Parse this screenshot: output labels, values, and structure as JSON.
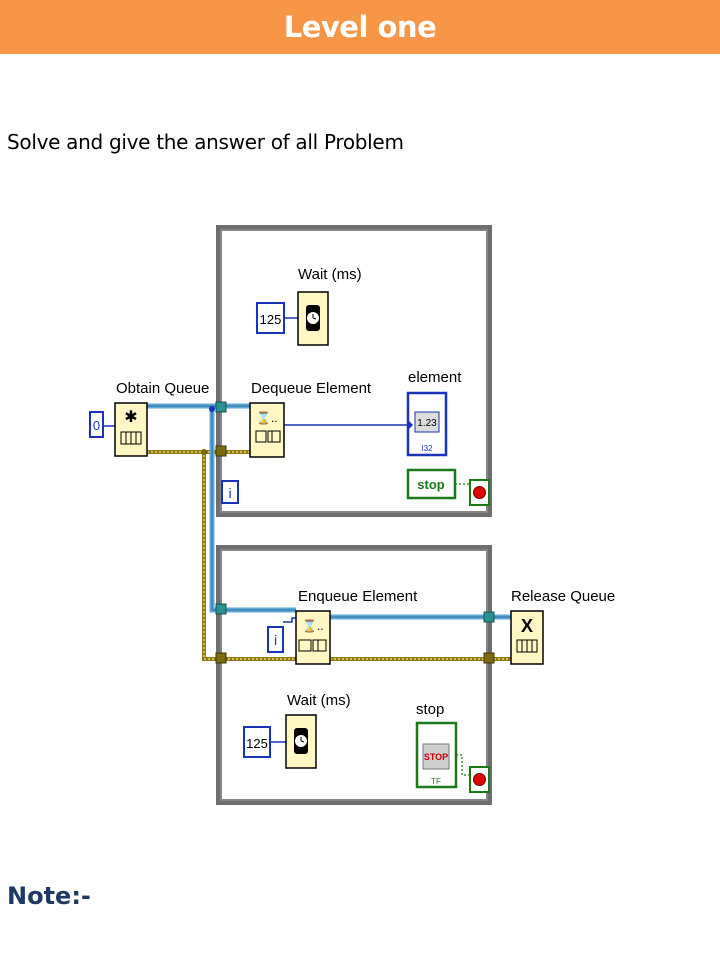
{
  "header": {
    "title": "Level one"
  },
  "instruction": "Solve and give the answer of all Problem",
  "diagram": {
    "top_loop": {
      "wait_label": "Wait (ms)",
      "wait_value": "125",
      "dequeue_label": "Dequeue Element",
      "indicator_label": "element",
      "indicator_value": "1.23",
      "stop_button_text": "stop",
      "iteration_terminal": "i"
    },
    "bottom_loop": {
      "enqueue_label": "Enqueue Element",
      "iteration_terminal": "i",
      "wait_label": "Wait (ms)",
      "wait_value": "125",
      "stop_label": "stop",
      "stop_button_text": "STOP",
      "bool_type": "TF"
    },
    "obtain_queue_label": "Obtain Queue",
    "obtain_queue_constant": "0",
    "release_queue_label": "Release Queue",
    "numeric_type": "I32"
  },
  "note": "Note:-",
  "colors": {
    "banner": "#f79646",
    "wire_queue": "#5fa8d8",
    "wire_error": "#8c7a14",
    "wire_numeric": "#1a33b8",
    "loop_frame": "#6e6e6e",
    "note_text": "#1f3864"
  }
}
